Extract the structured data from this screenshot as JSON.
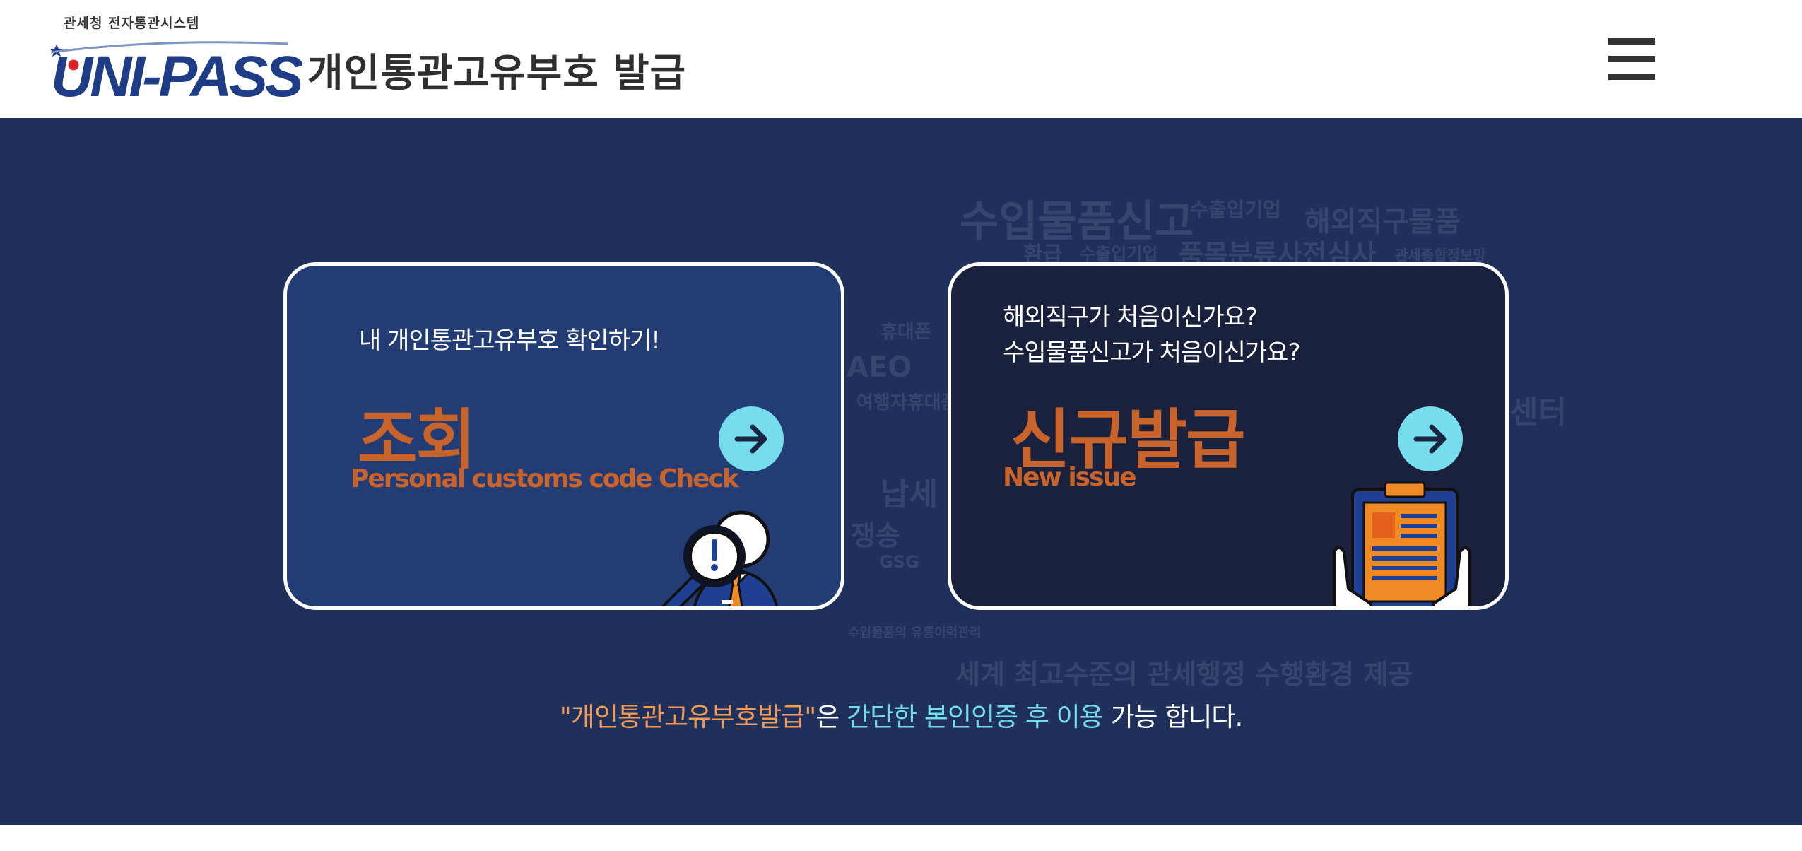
{
  "header": {
    "logo_agency": "관세청 전자통관시스템",
    "logo_text": "UNI-PASS",
    "title": "개인통관고유부호  발급",
    "menu_icon": "hamburger-menu-icon"
  },
  "background_words": [
    "수입물품신고",
    "수출입기업",
    "해외직구물품",
    "환급",
    "수출입기업",
    "품목분류사전심사",
    "관세종합정보망",
    "휴대폰",
    "AEO",
    "여행자휴대품",
    "센터",
    "납세",
    "쟁송",
    "GSG",
    "수입물품의 유통이력관리",
    "세계 최고수준의 관세행정 수행환경 제공"
  ],
  "cards": {
    "lookup": {
      "subtitle": "내 개인통관고유부호 확인하기!",
      "title": "조회",
      "english": "Personal customs code Check",
      "arrow_icon": "arrow-right-icon",
      "illustration": "magnifier-person-icon"
    },
    "new_issue": {
      "subtitle_line1": "해외직구가 처음이신가요?",
      "subtitle_line2": "수입물품신고가 처음이신가요?",
      "title": "신규발급",
      "english": "New issue",
      "arrow_icon": "arrow-right-icon",
      "illustration": "clipboard-document-icon"
    }
  },
  "notice": {
    "part1": "\"개인통관고유부호발급\"",
    "part2": "은 ",
    "part3": "간단한 본인인증 후 이용",
    "part4": " 가능 합니다."
  },
  "colors": {
    "main_bg": "#1f305a",
    "lookup_card_bg": "#233c73",
    "new_card_bg": "#19213d",
    "accent_orange": "#c8632b",
    "arrow_cyan": "#77dded",
    "notice_orange": "#f29a57",
    "notice_cyan": "#74dcec"
  }
}
